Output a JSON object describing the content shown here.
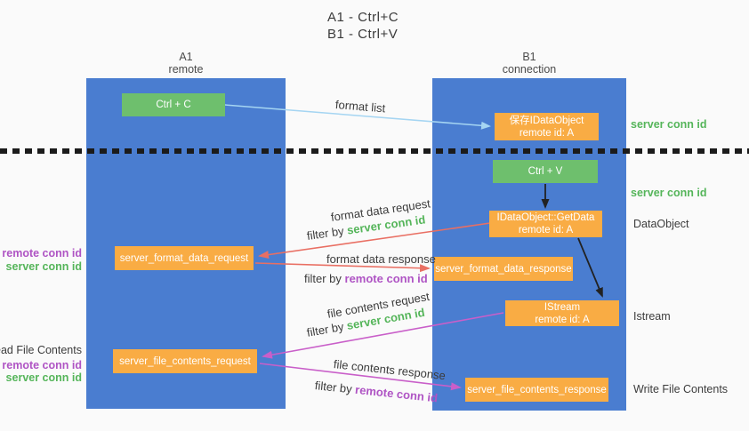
{
  "title": {
    "line1": "A1 - Ctrl+C",
    "line2": "B1 - Ctrl+V"
  },
  "columns": {
    "left": {
      "name": "A1",
      "subtitle": "remote"
    },
    "right": {
      "name": "B1",
      "subtitle": "connection"
    }
  },
  "colors": {
    "lane_blue": "#4a7dd0",
    "box_green": "#6ebf6d",
    "box_orange": "#f9ac44",
    "arrow_light_blue": "#a5d5f2",
    "arrow_salmon": "#e96f63",
    "arrow_magenta": "#c95fc9",
    "arrow_black": "#222222",
    "conn_id_green": "#55b55a",
    "conn_id_purple": "#af54c4"
  },
  "boxes": {
    "ctrl_c": {
      "label": "Ctrl + C"
    },
    "save_idataobject": {
      "line1": "保存IDataObject",
      "line2": "remote id: A"
    },
    "ctrl_v": {
      "label": "Ctrl + V"
    },
    "getdata": {
      "line1": "IDataObject::GetData",
      "line2": "remote id: A"
    },
    "format_request": {
      "label": "server_format_data_request"
    },
    "format_response": {
      "label": "server_format_data_response"
    },
    "istream": {
      "line1": "IStream",
      "line2": "remote id: A"
    },
    "file_request": {
      "label": "server_file_contents_request"
    },
    "file_response": {
      "label": "server_file_contents_response"
    }
  },
  "arrows": {
    "format_list": {
      "label": "format list"
    },
    "format_data_request": {
      "label": "format data request",
      "filter_prefix": "filter by ",
      "filter_key": "server conn id"
    },
    "format_data_response": {
      "label": "format data response",
      "filter_prefix": "filter by ",
      "filter_key": "remote conn id"
    },
    "file_contents_request": {
      "label": "file contents request",
      "filter_prefix": "filter by ",
      "filter_key": "server conn id"
    },
    "file_contents_response": {
      "label": "file contents response",
      "filter_prefix": "filter by ",
      "filter_key": "remote conn id"
    }
  },
  "side_labels": {
    "server_conn_id_top": "server conn id",
    "server_conn_id_mid": "server conn id",
    "dataobject": "DataObject",
    "istream": "Istream",
    "write_file_contents": "Write File Contents",
    "read_file_contents": "Read File Contents",
    "format_remote_conn_id": "remote conn id",
    "format_server_conn_id": "server conn id",
    "read_remote_conn_id": "remote conn id",
    "read_server_conn_id": "server conn id"
  }
}
